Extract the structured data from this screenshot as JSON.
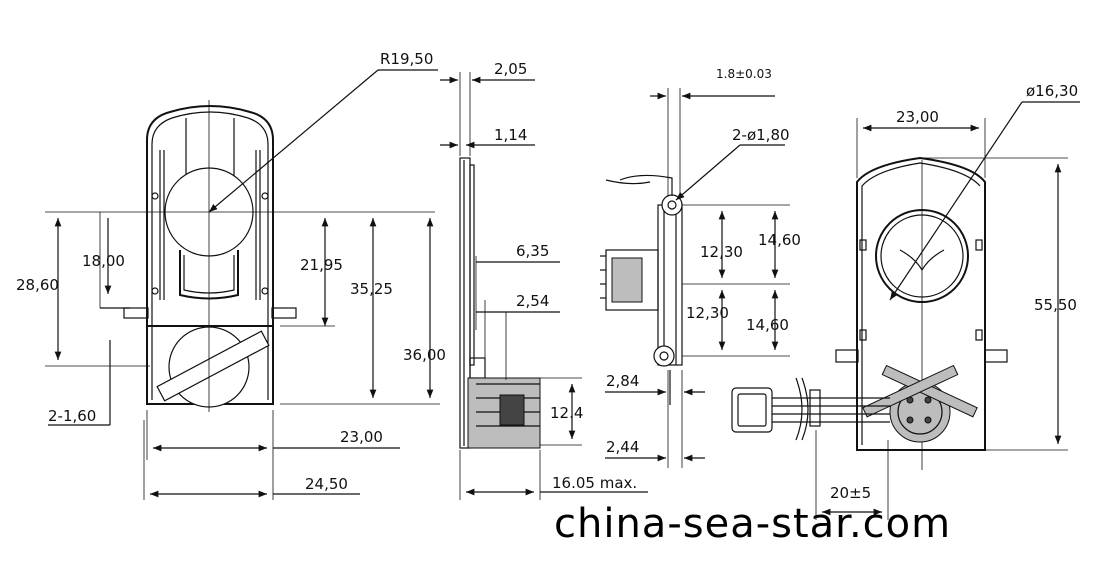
{
  "front_view": {
    "radius": "R19,50",
    "dim_18": "18,00",
    "dim_28_60": "28,60",
    "dim_21_95": "21,95",
    "dim_35_25": "35,25",
    "dim_36": "36,00",
    "dim_hole": "2-1,60",
    "width_23": "23,00",
    "width_24_50": "24,50"
  },
  "side_view": {
    "dim_2_05": "2,05",
    "dim_1_14": "1,14",
    "dim_6_35": "6,35",
    "dim_2_54": "2,54",
    "dim_12_4": "12.4",
    "dim_16_05": "16.05 max."
  },
  "section_view": {
    "dim_thickness": "1.8±0.03",
    "dim_holes": "2-ø1,80",
    "dim_12_30_a": "12,30",
    "dim_14_60_a": "14,60",
    "dim_12_30_b": "12,30",
    "dim_14_60_b": "14,60",
    "dim_2_84": "2,84",
    "dim_2_44": "2,44"
  },
  "rear_view": {
    "dim_23": "23,00",
    "dim_diameter": "ø16,30",
    "dim_55_50": "55,50",
    "dim_20_5": "20±5"
  },
  "watermark": "china-sea-star.com"
}
